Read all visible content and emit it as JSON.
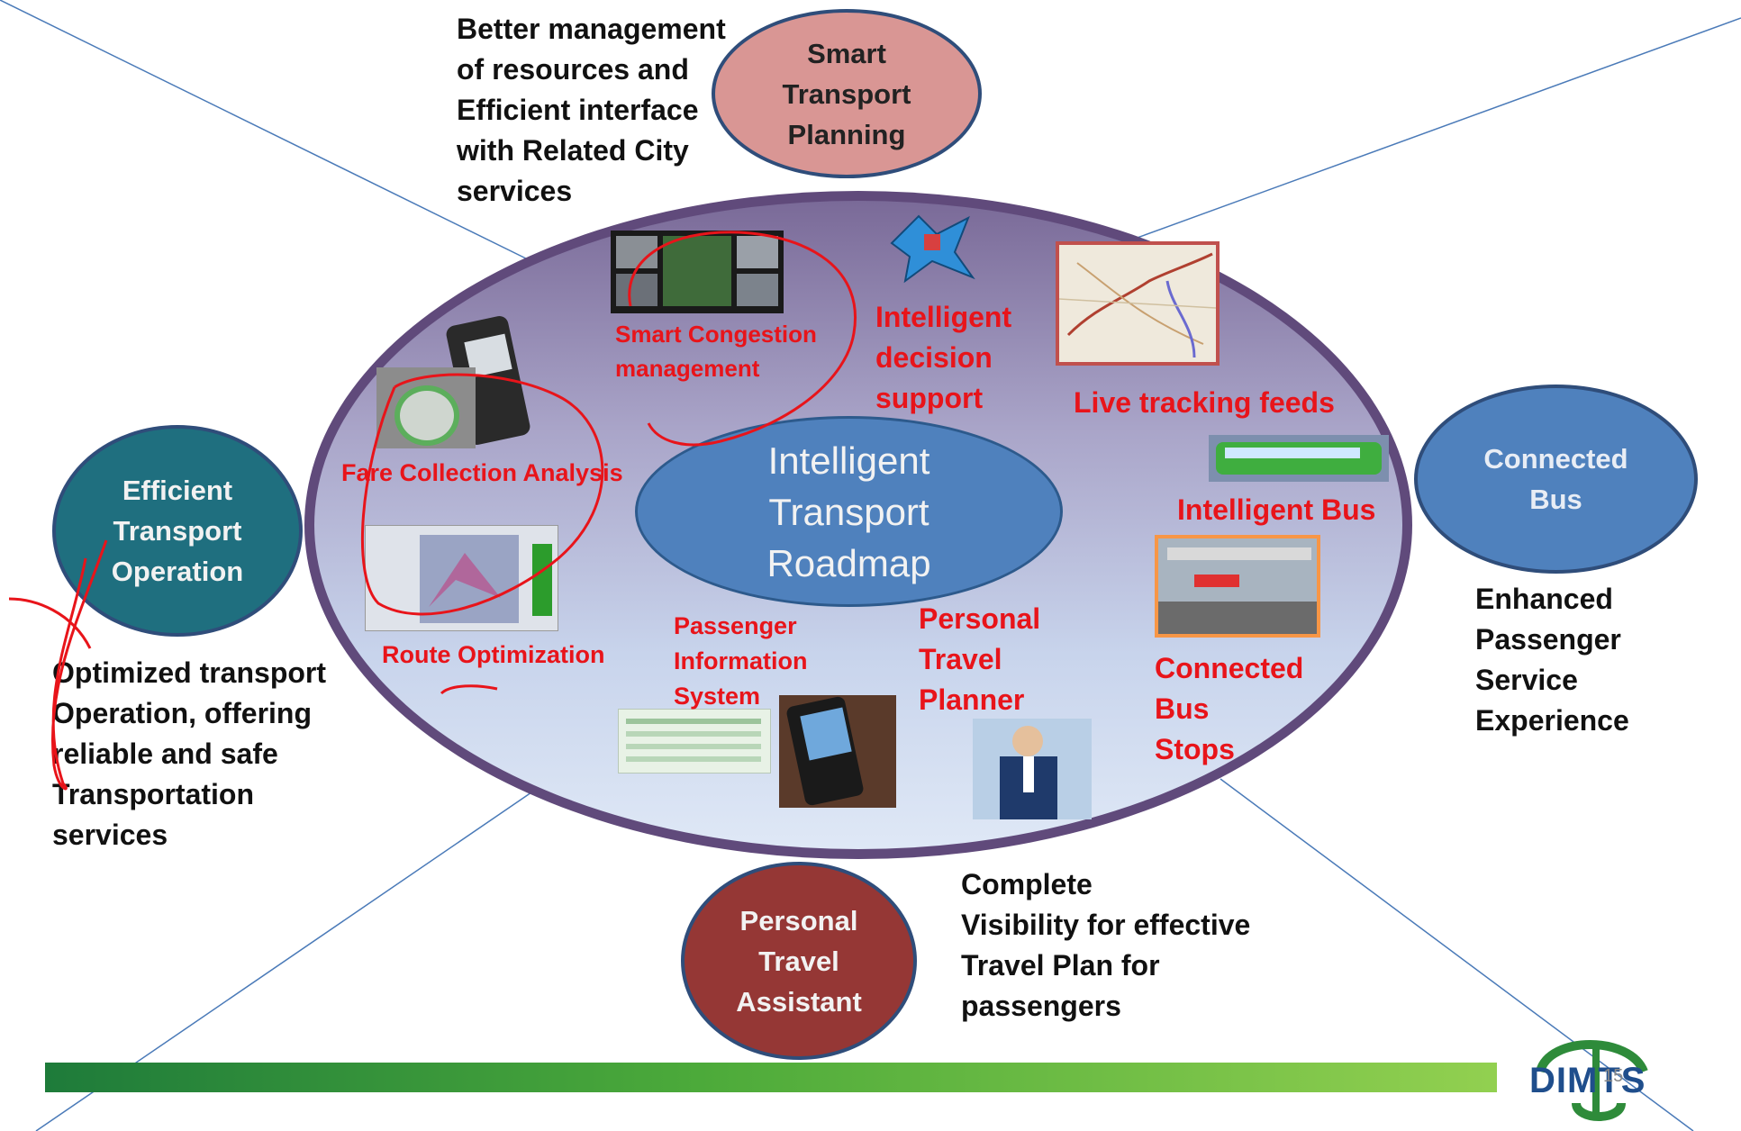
{
  "center": {
    "label": "Intelligent\nTransport\nRoadmap"
  },
  "nodes": {
    "smart_transport_planning": {
      "label": "Smart\nTransport\nPlanning",
      "desc": "Better management\nof resources and\nEfficient interface\nwith Related City\nservices"
    },
    "efficient_transport_operation": {
      "label": "Efficient\nTransport\nOperation",
      "desc": "Optimized transport\nOperation, offering\nreliable and safe\nTransportation\nservices"
    },
    "connected_bus": {
      "label": "Connected\nBus",
      "desc": "Enhanced\nPassenger\nService\nExperience"
    },
    "personal_travel_assistant": {
      "label": "Personal\nTravel\nAssistant",
      "desc": "Complete\nVisibility for effective\nTravel Plan for\npassengers"
    }
  },
  "features": {
    "smart_congestion": "Smart Congestion\nmanagement",
    "intelligent_decision": "Intelligent\ndecision\nsupport",
    "live_tracking": "Live tracking feeds",
    "fare_collection": "Fare Collection Analysis",
    "intelligent_bus": "Intelligent Bus",
    "route_optimization": "Route Optimization",
    "passenger_info": "Passenger\nInformation\nSystem",
    "personal_travel_planner": "Personal\nTravel\nPlanner",
    "connected_bus_stops": "Connected\nBus\nStops"
  },
  "logo": {
    "text": "DIMTS"
  },
  "page_number": "15",
  "colors": {
    "center_fill": "#4f81bd",
    "smart_planning_fill": "#d99694",
    "efficient_op_fill": "#1f6f7f",
    "connected_bus_fill": "#4f81bd",
    "personal_travel_fill": "#953735",
    "oval_border": "#604a7b",
    "feature_text": "#e8141a",
    "footer_bar_start": "#1e7b3a",
    "footer_bar_end": "#92d050"
  }
}
